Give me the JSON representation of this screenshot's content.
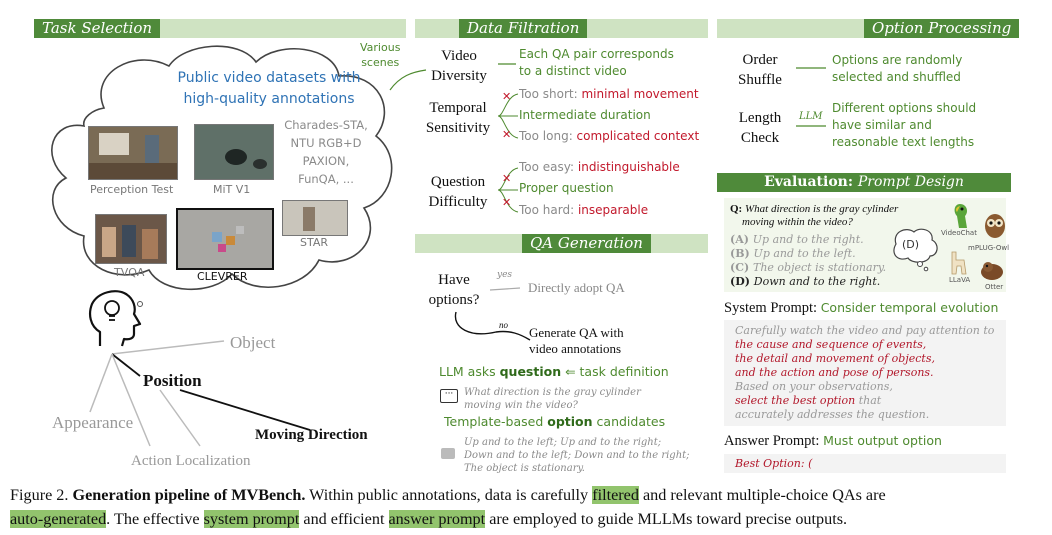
{
  "task_selection": {
    "title": "Task Selection",
    "various_scenes": [
      "Various",
      "scenes"
    ],
    "cloud_text": [
      "Public video datasets with",
      "high-quality annotations"
    ],
    "datasets_list": [
      "Charades-STA,",
      "NTU RGB+D",
      "PAXION,",
      "FunQA, ..."
    ],
    "thumbs": [
      "Perception Test",
      "MiT V1",
      "TVQA",
      "CLEVRER",
      "STAR"
    ],
    "dims": {
      "object": "Object",
      "position": "Position",
      "appearance": "Appearance",
      "moving_direction": "Moving Direction",
      "action_localization": "Action Localization"
    }
  },
  "data_filtration": {
    "title": "Data Filtration",
    "video_diversity": [
      "Video",
      "Diversity"
    ],
    "video_diversity_note": [
      "Each QA pair corresponds",
      "to a distinct video"
    ],
    "temporal_sensitivity": [
      "Temporal",
      "Sensitivity"
    ],
    "ts_short_prefix": "Too short: ",
    "ts_short": "minimal movement",
    "ts_mid": "Intermediate duration",
    "ts_long_prefix": "Too long: ",
    "ts_long": "complicated context",
    "question_difficulty": [
      "Question",
      "Difficulty"
    ],
    "qd_easy_prefix": "Too easy: ",
    "qd_easy": "indistinguishable",
    "qd_mid": "Proper question",
    "qd_hard_prefix": "Too hard: ",
    "qd_hard": "inseparable",
    "x_mark": "✕"
  },
  "qa_generation": {
    "title": "QA Generation",
    "have_options": [
      "Have",
      "options?"
    ],
    "yes": "yes",
    "no": "no",
    "adopt": "Directly adopt QA",
    "generate": [
      "Generate QA with",
      "video annotations"
    ],
    "llm_asks_1": "LLM asks ",
    "llm_asks_bold": "question",
    "llm_asks_2": " ⇐ task definition",
    "sample_q": [
      "What direction is the gray cylinder",
      "moving win the video?"
    ],
    "template_1": "Template-based ",
    "template_bold": "option",
    "template_2": " candidates",
    "candidates": [
      "Up and to the left; Up and to the right;",
      "Down and to the left; Down and to the right;",
      "The object is stationary."
    ]
  },
  "option_processing": {
    "title": "Option Processing",
    "order_shuffle": [
      "Order",
      "Shuffle"
    ],
    "order_note": [
      "Options are randomly",
      "selected and shuffled"
    ],
    "length_check": [
      "Length",
      "Check"
    ],
    "llm": "LLM",
    "length_note": [
      "Different options should",
      "have similar and",
      "reasonable text lengths"
    ]
  },
  "evaluation": {
    "title_bold": "Evaluation: ",
    "title_ital": "Prompt Design",
    "q_label": "Q: ",
    "question": [
      "What direction is the gray cylinder",
      "moving within the video?"
    ],
    "options": [
      {
        "key": "(A) ",
        "text": "Up and to the right."
      },
      {
        "key": "(B) ",
        "text": "Up and to the left."
      },
      {
        "key": "(C) ",
        "text": "The object is stationary."
      },
      {
        "key": "(D) ",
        "text": "Down and to the right."
      }
    ],
    "bubble": "(D)",
    "models": [
      "VideoChat",
      "mPLUG-Owl",
      "LLaVA",
      "Otter"
    ],
    "system_prompt_label": "System Prompt: ",
    "system_prompt_note": "Consider temporal evolution",
    "system_lines": [
      {
        "t": "Carefully watch the video and pay attention to",
        "c": "gray"
      },
      {
        "t": "the cause and sequence of events,",
        "c": "red"
      },
      {
        "t": "the detail and movement of objects,",
        "c": "red"
      },
      {
        "t": "and the action and pose of persons.",
        "c": "red"
      },
      {
        "t": "Based on your observations,",
        "c": "gray"
      }
    ],
    "select_best": "select the best option",
    "select_that": " that",
    "addresses": "accurately addresses the question.",
    "answer_prompt_label": "Answer Prompt: ",
    "answer_prompt_note": "Must output option",
    "best_option": "Best Option: ("
  },
  "caption": {
    "fig": "Figure 2. ",
    "bold": "Generation pipeline of MVBench.",
    "t1": " Within public annotations, data is carefully ",
    "hl1": "filtered",
    "t2": " and relevant multiple-choice QAs are",
    "hl2": "auto-generated",
    "t3": ". The effective ",
    "hl3": "system prompt",
    "t4": " and efficient ",
    "hl4": "answer prompt",
    "t5": " are employed to guide MLLMs toward precise outputs."
  },
  "colors": {
    "accent": "#4f8a3a",
    "header_bg": "#cfe3c2",
    "green_text": "#4e8a2f",
    "red_text": "#c2182b",
    "blue_text": "#2f73b5"
  }
}
